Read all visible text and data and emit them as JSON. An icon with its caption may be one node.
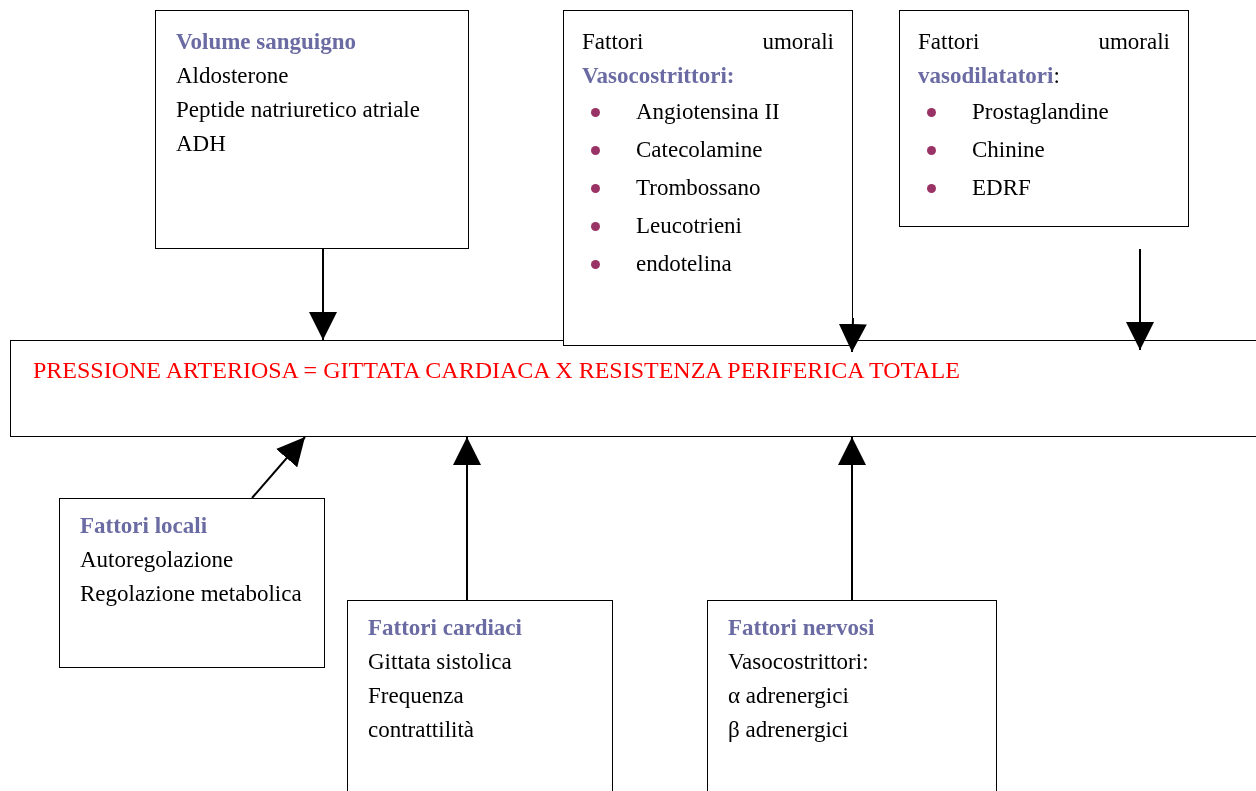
{
  "diagram": {
    "nodes": [
      {
        "text": [
          "Volume sanguigno",
          "Aldosterone",
          "Peptide natriuretico atriale",
          "ADH"
        ]
      },
      {
        "text": [
          "Fattori umorali **Vasocostrittori:**",
          "Angiotensina II",
          "Catecolamine",
          "Trombossano",
          "Leucotrieni",
          "endotelina"
        ]
      },
      {
        "text": [
          "Fattori umorali **vasodilatatori**:",
          "Prostaglandine",
          "Chinine",
          "EDRF"
        ]
      },
      {
        "text": [
          "PRESSIONE ARTERIOSA = GITTATA CARDIACA X RESISTENZA PERIFERICA TOTALE"
        ]
      },
      {
        "text": [
          "Fattori locali",
          "Autoregolazione",
          "Regolazione metabolica"
        ]
      },
      {
        "text": [
          "Fattori cardiaci",
          "Gittata sistolica",
          "Frequenza",
          "contrattilità"
        ]
      },
      {
        "text": [
          "Fattori nervosi",
          "Vasocostrittori:",
          "α adrenergici",
          "β adrenergici"
        ]
      }
    ],
    "edges": [
      {
        "from": 0,
        "to": 3,
        "arrow": "to"
      },
      {
        "from": 1,
        "to": 3,
        "arrow": "to"
      },
      {
        "from": 2,
        "to": 3,
        "arrow": "to"
      },
      {
        "from": 4,
        "to": 3,
        "arrow": "to"
      },
      {
        "from": 5,
        "to": 3,
        "arrow": "to"
      },
      {
        "from": 6,
        "to": 3,
        "arrow": "to"
      }
    ]
  }
}
